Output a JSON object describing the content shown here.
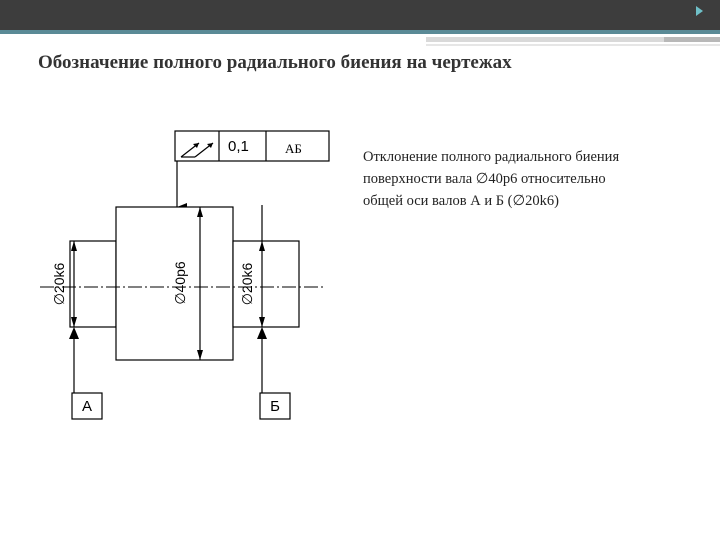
{
  "slide": {
    "title": "Обозначение полного радиального биения на чертежах",
    "description": [
      "Отклонение полного радиального биения",
      "поверхности вала ∅40р6 относительно",
      " общей оси   валов А и Б (∅20k6)"
    ]
  },
  "frame": {
    "tolerance": "0,1",
    "datums": "АБ"
  },
  "dimensions": {
    "left_journal": "∅20k6",
    "center_body": "∅40р6",
    "right_journal": "∅20k6"
  },
  "datum_labels": {
    "left": "А",
    "right": "Б"
  },
  "colors": {
    "header": "#3d3d3d",
    "header_accent": "#5a8a96"
  },
  "icons": {
    "runout": "total-runout-symbol",
    "slideshow": "play-icon"
  }
}
